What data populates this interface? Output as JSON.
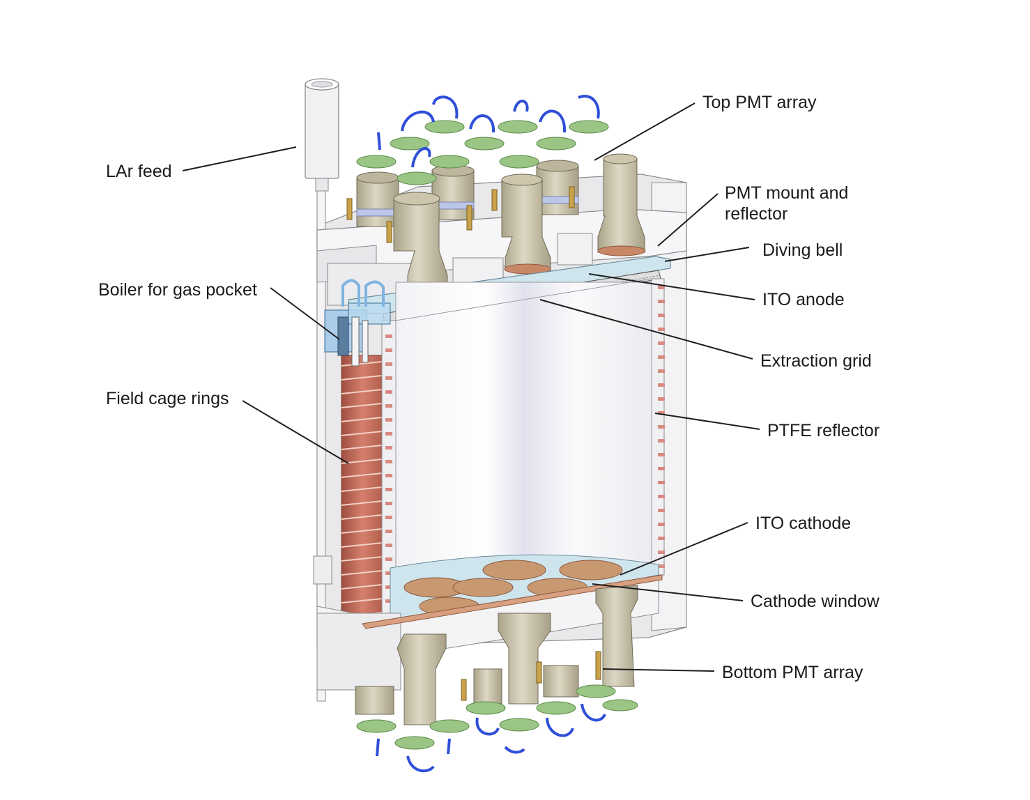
{
  "labels": {
    "lar_feed": "LAr feed",
    "boiler": "Boiler for gas pocket",
    "field_cage": "Field cage rings",
    "top_pmt": "Top PMT array",
    "pmt_mount_1": "PMT mount and",
    "pmt_mount_2": "reflector",
    "diving_bell": "Diving bell",
    "ito_anode": "ITO anode",
    "extraction_grid": "Extraction grid",
    "ptfe_reflector": "PTFE reflector",
    "ito_cathode": "ITO cathode",
    "cathode_window": "Cathode window",
    "bottom_pmt": "Bottom PMT array"
  },
  "colors": {
    "pmt_body": "#cfc9b2",
    "pmt_board": "#9ac585",
    "cable": "#2f4fd8",
    "copper": "#c88866",
    "field_ring": "#c06a58",
    "ptfe": "#efefef",
    "frame": "#e4e4e6",
    "boiler": "#9cc6e8",
    "leader": "#1e1e1e"
  }
}
